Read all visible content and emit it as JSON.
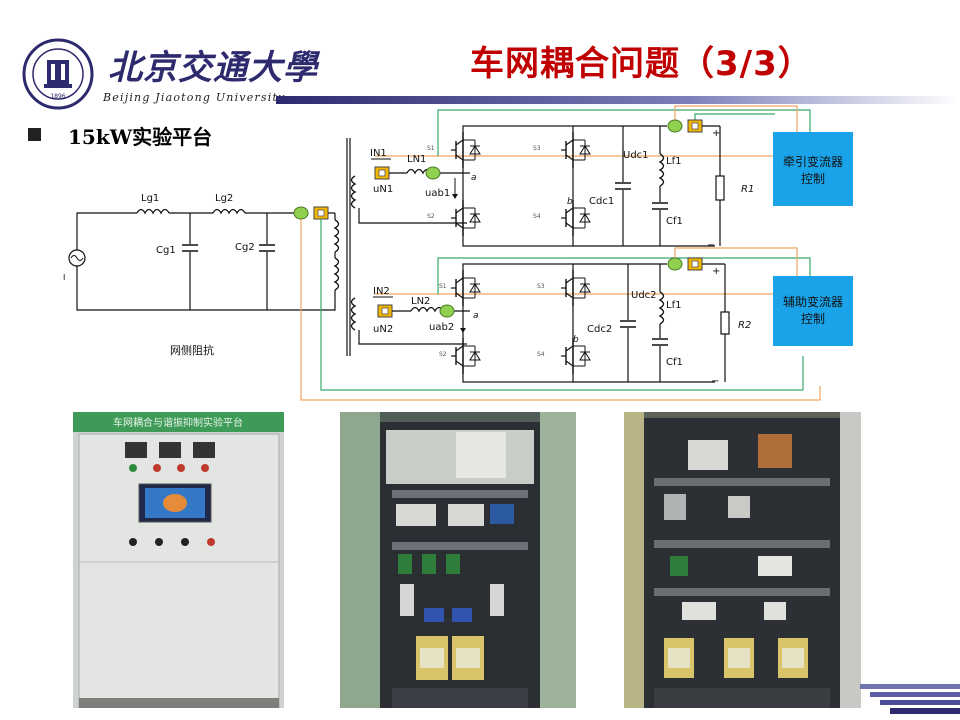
{
  "header": {
    "logo_cn": "北京交通大學",
    "logo_en": "Beijing Jiaotong University",
    "seal_year": "1896",
    "title": "车网耦合问题（3/3）"
  },
  "bullet": {
    "text": "15kW实验平台"
  },
  "circuit": {
    "grid_labels": {
      "lg1": "Lg1",
      "lg2": "Lg2",
      "cg1": "Cg1",
      "cg2": "Cg2",
      "source": "I",
      "grid_impedance": "网侧阻抗"
    },
    "upper": {
      "in": "IN1",
      "ln": "LN1",
      "un": "uN1",
      "uab": "uab1",
      "a": "a",
      "b": "b",
      "udc": "Udc1",
      "cdc": "Cdc1",
      "lf": "Lf1",
      "cf": "Cf1",
      "r": "R1",
      "plus": "+",
      "minus": "−",
      "s1": "S1",
      "s2": "S2",
      "s3": "S3",
      "s4": "S4",
      "controller_line1": "牵引变流器",
      "controller_line2": "控制"
    },
    "lower": {
      "in": "IN2",
      "ln": "LN2",
      "un": "uN2",
      "uab": "uab2",
      "a": "a",
      "b": "b",
      "udc": "Udc2",
      "cdc": "Cdc2",
      "lf": "Lf1",
      "cf": "Cf1",
      "r": "R2",
      "plus": "+",
      "minus": "−",
      "s1": "S1",
      "s2": "S2",
      "s3": "S3",
      "s4": "S4",
      "controller_line1": "辅助变流器",
      "controller_line2": "控制"
    }
  },
  "photos": {
    "cabinet_front_sign": "车网耦合与谐振抑制实验平台"
  },
  "colors": {
    "title_red": "#c00000",
    "controller_blue": "#1aa3e8",
    "wire_orange": "#f0a560",
    "wire_green": "#39a86a",
    "sensor_green": "#8fd14f",
    "sensor_orange": "#f5b800",
    "university_navy": "#2d2a6e"
  }
}
